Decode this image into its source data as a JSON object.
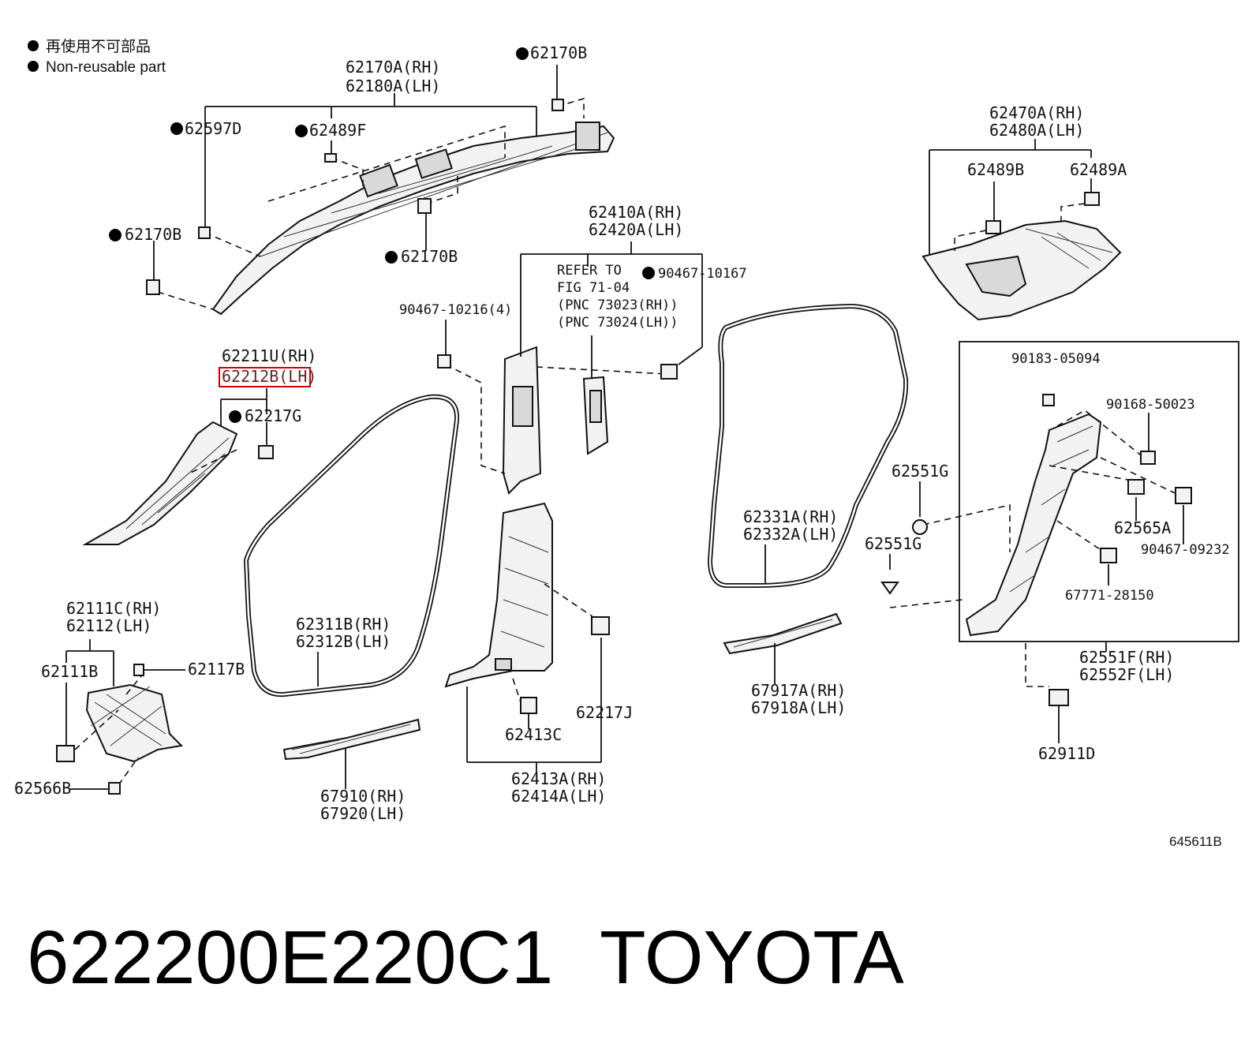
{
  "legend": {
    "line1": "再使用不可部品",
    "line2": "Non-reusable part"
  },
  "labels": {
    "l62170A_rh": "62170A(RH)",
    "l62180A_lh": "62180A(LH)",
    "l62170B_top": "62170B",
    "l62597D": "62597D",
    "l62489F": "62489F",
    "l62170B_left": "62170B",
    "l62170B_mid": "62170B",
    "l62470A_rh": "62470A(RH)",
    "l62480A_lh": "62480A(LH)",
    "l62489B": "62489B",
    "l62489A": "62489A",
    "l62410A_rh": "62410A(RH)",
    "l62420A_lh": "62420A(LH)",
    "refer1": "REFER TO",
    "refer2": "FIG 71-04",
    "refer3": "(PNC 73023(RH))",
    "refer4": "(PNC 73024(LH))",
    "l90467_10167": "90467-10167",
    "l90467_10216": "90467-10216(4)",
    "l62211U_rh": "62211U(RH)",
    "l62212B_lh": "62212B(LH)",
    "l62217G": "62217G",
    "l90183_05094": "90183-05094",
    "l90168_50023": "90168-50023",
    "l62551G_top": "62551G",
    "l62551G_bot": "62551G",
    "l62565A": "62565A",
    "l90467_09232": "90467-09232",
    "l67771_28150": "67771-28150",
    "l62331A_rh": "62331A(RH)",
    "l62332A_lh": "62332A(LH)",
    "l62311B_rh": "62311B(RH)",
    "l62312B_lh": "62312B(LH)",
    "l62111C_rh": "62111C(RH)",
    "l62112_lh": "62112(LH)",
    "l62111B": "62111B",
    "l62117B": "62117B",
    "l62566B": "62566B",
    "l62217J": "62217J",
    "l62413C": "62413C",
    "l62413A_rh": "62413A(RH)",
    "l62414A_lh": "62414A(LH)",
    "l67910_rh": "67910(RH)",
    "l67920_lh": "67920(LH)",
    "l67917A_rh": "67917A(RH)",
    "l67918A_lh": "67918A(LH)",
    "l62551F_rh": "62551F(RH)",
    "l62552F_lh": "62552F(LH)",
    "l62911D": "62911D"
  },
  "diagram_code": "645611B",
  "footer": {
    "part_number": "622200E220C1",
    "brand": "TOYOTA"
  },
  "highlight_color": "#cc0000"
}
